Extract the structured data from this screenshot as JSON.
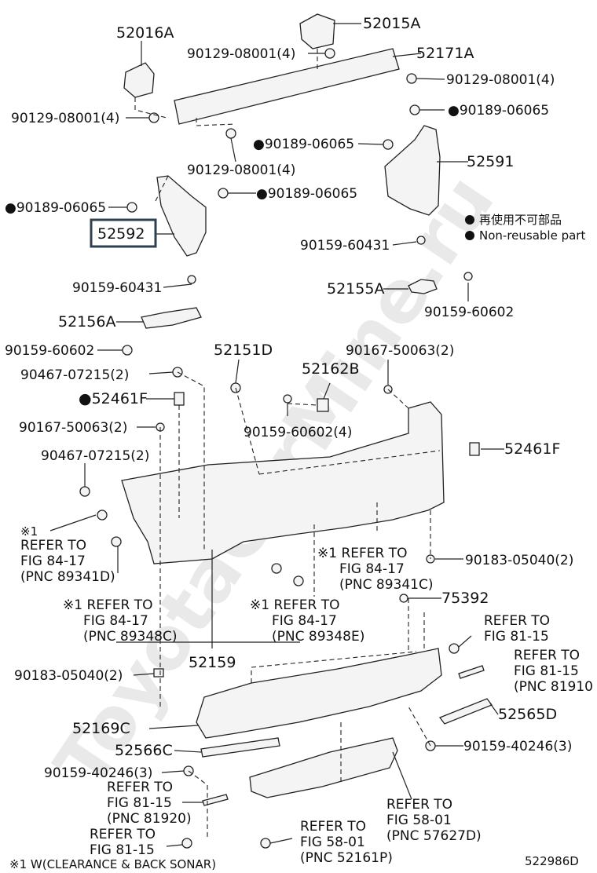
{
  "watermark": "ToyotaCarMine.ru",
  "figure_code": "522986D",
  "footnote": "※1 W(CLEARANCE & BACK SONAR)",
  "legend": {
    "jp": "再使用不可部品",
    "en": "Non-reusable part"
  },
  "highlight_color": "#2f3f4f",
  "labels": {
    "p52016A": "52016A",
    "p52015A": "52015A",
    "p52171A": "52171A",
    "b1": "90129-08001(4)",
    "b2": "90129-08001(4)",
    "b3": "90129-08001(4)",
    "b4": "90129-08001(4)",
    "c1": "●90189-06065",
    "c2": "●90189-06065",
    "c3": "●90189-06065",
    "c4": "●90189-06065",
    "p52591": "52591",
    "p52592": "52592",
    "s1": "90159-60431",
    "s2": "90159-60431",
    "p52155A": "52155A",
    "s3": "90159-60602",
    "p52156A": "52156A",
    "s4": "90159-60602",
    "g1": "90467-07215(2)",
    "p52151D": "52151D",
    "g2": "90167-50063(2)",
    "p52162B": "52162B",
    "p52461F_a": "●52461F",
    "g3": "90159-60602(4)",
    "g4": "90167-50063(2)",
    "p52461F_b": "52461F",
    "g5": "90467-07215(2)",
    "r1a": "※1",
    "r1b": "REFER TO",
    "r1c": "FIG 84-17",
    "r1d": "(PNC 89341D)",
    "r2a": "※1 REFER TO",
    "r2b": "FIG 84-17",
    "r2c": "(PNC 89341C)",
    "h1": "90183-05040(2)",
    "r3a": "※1 REFER TO",
    "r3b": "FIG 84-17",
    "r3c": "(PNC 89348C)",
    "r4a": "※1 REFER TO",
    "r4b": "FIG 84-17",
    "r4c": "(PNC 89348E)",
    "p75392": "75392",
    "r5a": "REFER TO",
    "r5b": "FIG 81-15",
    "r6a": "REFER TO",
    "r6b": "FIG 81-15",
    "r6c": "(PNC 81910",
    "p52159": "52159",
    "h2": "90183-05040(2)",
    "p52169C": "52169C",
    "p52565D": "52565D",
    "p52566C": "52566C",
    "s5": "90159-40246(3)",
    "s6": "90159-40246(3)",
    "r7a": "REFER TO",
    "r7b": "FIG 81-15",
    "r7c": "(PNC 81920)",
    "r8a": "REFER TO",
    "r8b": "FIG 58-01",
    "r8c": "(PNC 57627D)",
    "r9a": "REFER TO",
    "r9b": "FIG 58-01",
    "r9c": "(PNC 52161P)",
    "r10a": "REFER TO",
    "r10b": "FIG 81-15"
  }
}
